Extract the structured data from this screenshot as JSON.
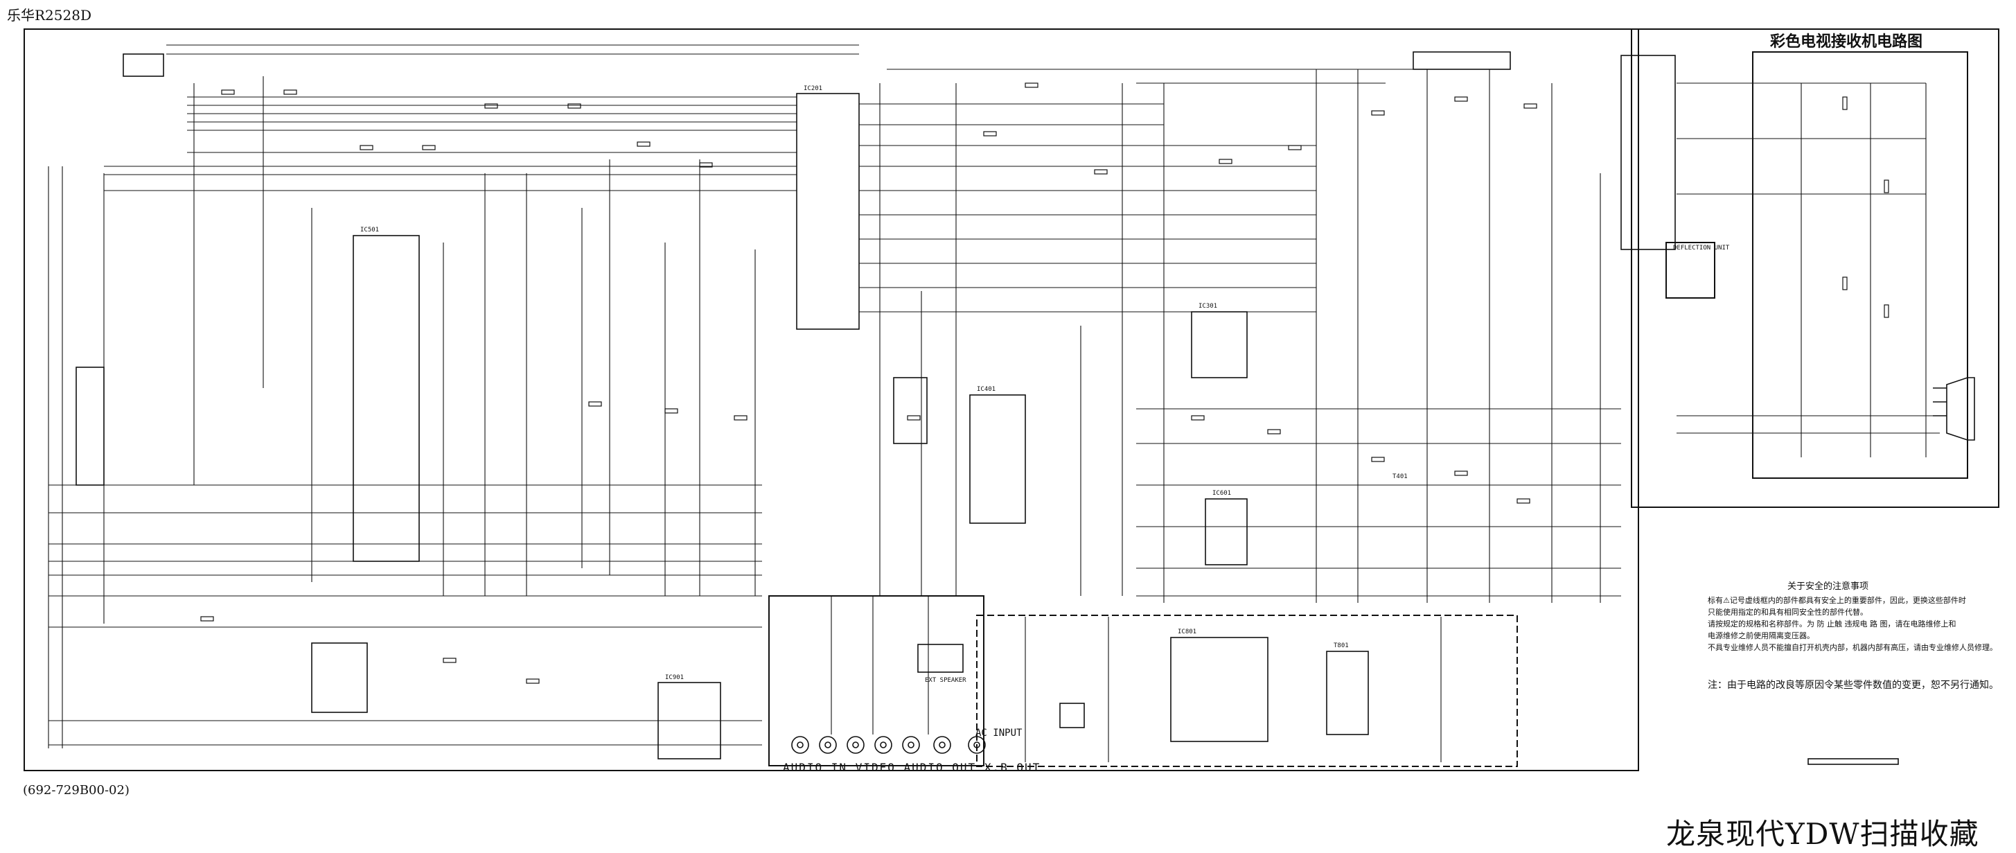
{
  "header": {
    "model": "乐华R2528D",
    "title": "彩色电视接收机电路图"
  },
  "footer": {
    "reference": "(692-729B00-02)",
    "scanner_credit": "龙泉现代YDW扫描收藏"
  },
  "safety": {
    "title": "关于安全的注意事项",
    "lines": [
      "标有⚠记号虚线框内的部件都具有安全上的重要部件，因此，更换这些部件时",
      "只能使用指定的和具有相同安全性的部件代替。",
      "请按规定的规格和名称部件。为  防  止触  违规电  路  图，请在电路维修上和",
      "电源维修之前使用隔离变压器。",
      "不具专业维修人员不能擅自打开机壳内部，机器内部有高压，请由专业维修人员修理。"
    ]
  },
  "note": "注：由于电路的改良等原因令某些零件数值的变更，恕不另行通知。",
  "panel_labels": {
    "av_panel": "AUDIO IN VIDEO AUDIO OUT  X.B OUT",
    "ext_speaker": "EXT SPEAKER",
    "ac_input": "AC INPUT",
    "deflection": "DEFLECTION UNIT"
  },
  "ic_labels": {
    "ic201": "IC201",
    "ic501": "IC501",
    "ic401": "IC401",
    "ic801": "IC801",
    "ic601": "IC601",
    "ic901": "IC901",
    "ic301": "IC301",
    "t401": "T401",
    "t801": "T801"
  }
}
